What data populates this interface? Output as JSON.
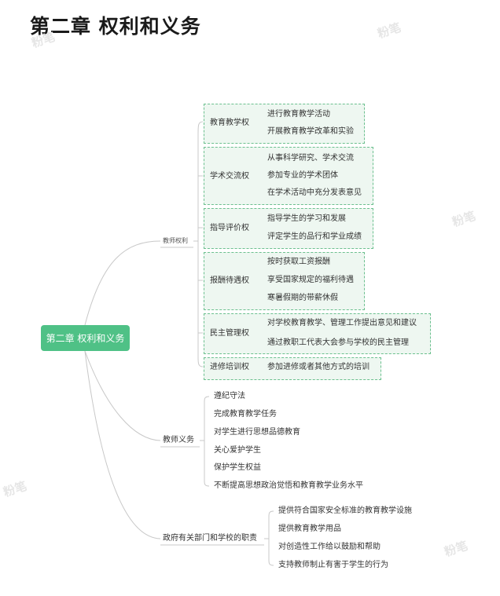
{
  "title": "第二章  权利和义务",
  "watermark": "粉笔",
  "root": "第二章  权利和义务",
  "colors": {
    "root_fill": "#4fc186",
    "box_border": "#6cc08f",
    "box_fill": "#eef7f1",
    "line": "#c8c8c8"
  },
  "teacher_rights": {
    "label": "教师权利",
    "groups": [
      {
        "label": "教育教学权",
        "items": [
          "进行教育教学活动",
          "开展教育教学改革和实验"
        ]
      },
      {
        "label": "学术交流权",
        "items": [
          "从事科学研究、学术交流",
          "参加专业的学术团体",
          "在学术活动中充分发表意见"
        ]
      },
      {
        "label": "指导评价权",
        "items": [
          "指导学生的学习和发展",
          "评定学生的品行和学业成绩"
        ]
      },
      {
        "label": "报酬待遇权",
        "items": [
          "按时获取工资报酬",
          "享受国家规定的福利待遇",
          "寒暑假期的带薪休假"
        ]
      },
      {
        "label": "民主管理权",
        "items": [
          "对学校教育教学、管理工作提出意见和建议",
          "通过教职工代表大会参与学校的民主管理"
        ]
      },
      {
        "label": "进修培训权",
        "items": [
          "参加进修或者其他方式的培训"
        ]
      }
    ]
  },
  "teacher_duties": {
    "label": "教师义务",
    "items": [
      "遵纪守法",
      "完成教育教学任务",
      "对学生进行思想品德教育",
      "关心爱护学生",
      "保护学生权益",
      "不断提高思想政治觉悟和教育教学业务水平"
    ]
  },
  "gov_duties": {
    "label": "政府有关部门和学校的职责",
    "items": [
      "提供符合国家安全标准的教育教学设施",
      "提供教育教学用品",
      "对创造性工作给以鼓励和帮助",
      "支持教师制止有害于学生的行为"
    ]
  }
}
